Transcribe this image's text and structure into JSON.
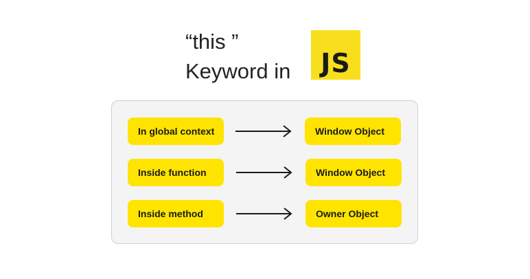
{
  "header": {
    "title_line1": "“this ”",
    "title_line2": "Keyword in",
    "logo_text": "JS"
  },
  "mappings": [
    {
      "context": "In global context",
      "result": "Window Object"
    },
    {
      "context": "Inside function",
      "result": "Window Object"
    },
    {
      "context": "Inside method",
      "result": "Owner Object"
    }
  ],
  "colors": {
    "logo_yellow": "#f7df1e",
    "pill_yellow": "#ffe400",
    "panel_bg": "#f4f4f4",
    "panel_border": "#cfcfcf"
  },
  "icons": {
    "connector": "right-arrow-icon"
  }
}
